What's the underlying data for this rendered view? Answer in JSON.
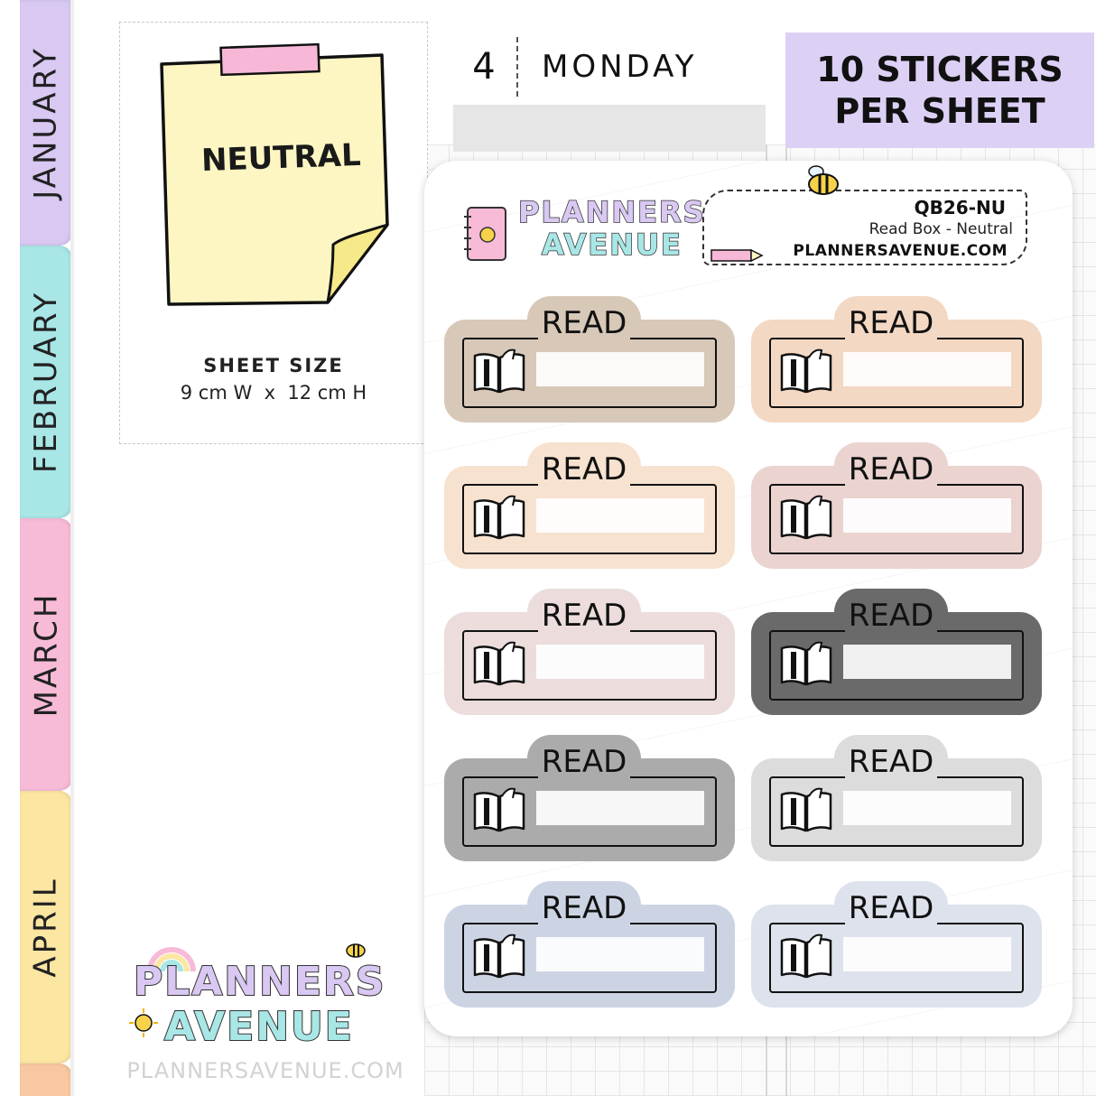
{
  "tabs": [
    {
      "label": "JANUARY",
      "color": "#d8c8f2"
    },
    {
      "label": "FEBRUARY",
      "color": "#a9e6e6"
    },
    {
      "label": "MARCH",
      "color": "#f7bbd7"
    },
    {
      "label": "APRIL",
      "color": "#fbe6a2"
    },
    {
      "label": "",
      "color": "#f9c8a0"
    }
  ],
  "day": {
    "number": "4",
    "name": "MONDAY"
  },
  "stickers_per_sheet": {
    "line1": "10 STICKERS",
    "line2": "PER SHEET"
  },
  "info": {
    "note_label": "NEUTRAL",
    "sheet_size_title": "SHEET SIZE",
    "sheet_size_value": "9 cm W  x  12 cm H"
  },
  "brand": {
    "line1": "PLANNERS",
    "line2": "AVENUE",
    "url": "PLANNERSAVENUE.COM"
  },
  "sheet": {
    "code": "QB26-NU",
    "product_name": "Read Box - Neutral",
    "site": "PLANNERSAVENUE.COM"
  },
  "stickers": [
    {
      "label": "READ",
      "color": "#d8c8b8"
    },
    {
      "label": "READ",
      "color": "#f3d8c4"
    },
    {
      "label": "READ",
      "color": "#f7e2cf"
    },
    {
      "label": "READ",
      "color": "#ebd3d0"
    },
    {
      "label": "READ",
      "color": "#ecdcdc"
    },
    {
      "label": "READ",
      "color": "#6a6a6a"
    },
    {
      "label": "READ",
      "color": "#ababab"
    },
    {
      "label": "READ",
      "color": "#dcdcdc"
    },
    {
      "label": "READ",
      "color": "#ccd4e4"
    },
    {
      "label": "READ",
      "color": "#dde2ec"
    }
  ]
}
